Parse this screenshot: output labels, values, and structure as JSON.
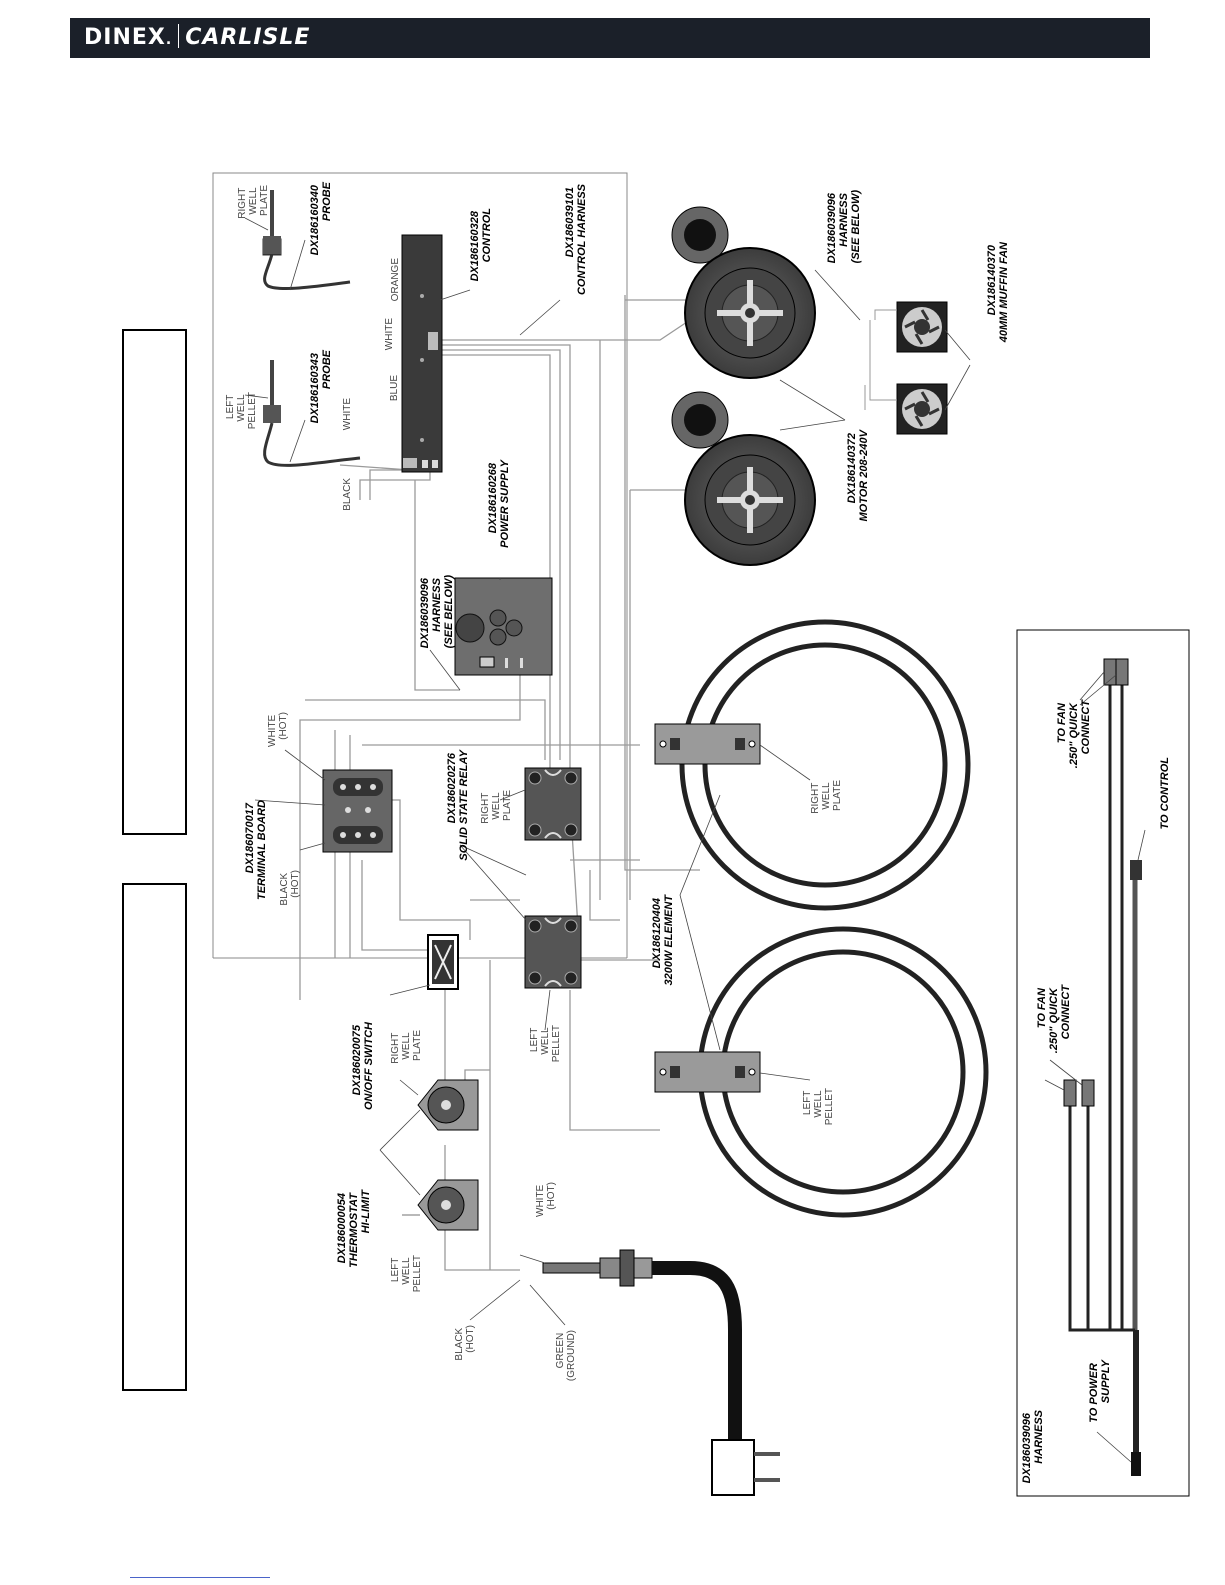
{
  "header": {
    "brand_left": "DINEX",
    "brand_dot": ".",
    "brand_right": "CARLISLE",
    "bar_color": "#1b2029"
  },
  "labels": {
    "right_plate_probe_loc": [
      "RIGHT",
      "WELL",
      "PLATE"
    ],
    "right_plate_probe_part": [
      "DX186160340",
      "PROBE"
    ],
    "left_pellet_probe_loc": [
      "LEFT",
      "WELL",
      "PELLET"
    ],
    "left_pellet_probe_part": [
      "DX186160343",
      "PROBE"
    ],
    "control_part": [
      "DX186160328",
      "CONTROL"
    ],
    "control_harness_part": [
      "DX186039101",
      "CONTROL HARNESS"
    ],
    "harness_top_part": [
      "DX186039096",
      "HARNESS",
      "(SEE BELOW)"
    ],
    "muffin_fan_part": [
      "DX186140370",
      "40MM MUFFIN FAN"
    ],
    "motor_part": [
      "DX186140372",
      "MOTOR 208-240V"
    ],
    "power_supply_part": [
      "DX186160268",
      "POWER SUPPLY"
    ],
    "harness_mid_part": [
      "DX186039096",
      "HARNESS",
      "(SEE BELOW)"
    ],
    "terminal_board_part": [
      "DX186070017",
      "TERMINAL BOARD"
    ],
    "ssr_part": [
      "DX186020276",
      "SOLID STATE RELAY"
    ],
    "ssr_right_loc": [
      "RIGHT",
      "WELL",
      "PLATE"
    ],
    "ssr_left_loc": [
      "LEFT",
      "WELL",
      "PELLET"
    ],
    "white_hot_tb": [
      "WHITE",
      "(HOT)"
    ],
    "black_hot_tb": [
      "BLACK",
      "(HOT)"
    ],
    "element_part": [
      "DX186120404",
      "3200W ELEMENT"
    ],
    "element_right_loc": [
      "RIGHT",
      "WELL",
      "PLATE"
    ],
    "element_left_loc": [
      "LEFT",
      "WELL",
      "PELLET"
    ],
    "switch_part": [
      "DX186020075",
      "ON/OFF SWITCH"
    ],
    "thermostat_part": [
      "DX186000054",
      "THERMOSTAT",
      "HI-LIMIT"
    ],
    "thermo_right_loc": [
      "RIGHT",
      "WELL",
      "PLATE"
    ],
    "thermo_left_loc": [
      "LEFT",
      "WELL",
      "PELLET"
    ],
    "cord_white_hot": [
      "WHITE",
      "(HOT)"
    ],
    "cord_black_hot": [
      "BLACK",
      "(HOT)"
    ],
    "cord_green_ground": [
      "GREEN",
      "(GROUND)"
    ],
    "wire_orange": "ORANGE",
    "wire_white_ctrl": "WHITE",
    "wire_blue": "BLUE",
    "wire_white_probe": "WHITE",
    "wire_black_probe": "BLACK",
    "harness_detail_part": [
      "DX186039096",
      "HARNESS"
    ],
    "to_power_supply": [
      "TO POWER",
      "SUPPLY"
    ],
    "to_fan_left": [
      "TO FAN",
      ".250\" QUICK",
      "CONNECT"
    ],
    "to_fan_right": [
      "TO FAN",
      ".250\" QUICK",
      "CONNECT"
    ],
    "to_control": "TO CONTROL"
  }
}
